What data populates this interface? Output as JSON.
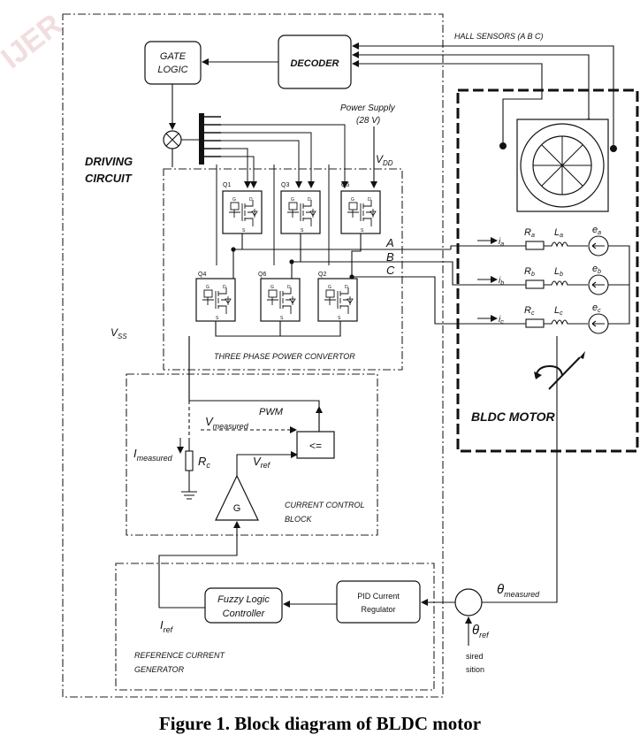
{
  "watermark": "IJER",
  "blocks": {
    "gate_logic": [
      "GATE",
      "LOGIC"
    ],
    "decoder": "DECODER",
    "driving_circuit": [
      "DRIVING",
      "CIRCUIT"
    ],
    "power_supply": [
      "Power Supply",
      "(28 V)"
    ],
    "vss": "V",
    "vss_sub": "SS",
    "vdd": "V",
    "vdd_sub": "DD",
    "hall_sensors": "HALL SENSORS (A B C)",
    "converter_caption": "THREE PHASE POWER CONVERTOR",
    "phases": [
      "A",
      "B",
      "C"
    ],
    "switches_top": [
      "Q1",
      "Q3",
      "Q5"
    ],
    "switches_bottom": [
      "Q4",
      "Q6",
      "Q2"
    ],
    "bldc_motor": "BLDC MOTOR",
    "pwm": "PWM",
    "comparator": "<=",
    "v_measured": "V",
    "v_measured_sub": "measured",
    "i_measured": "I",
    "i_measured_sub": "measured",
    "v_ref": "V",
    "v_ref_sub": "ref",
    "rc": "R",
    "rc_sub": "c",
    "gain": "G",
    "current_control": [
      "CURRENT CONTROL",
      "BLOCK"
    ],
    "fuzzy": [
      "Fuzzy Logic",
      "Controller"
    ],
    "pid": [
      "PID Current",
      "Regulator"
    ],
    "i_ref": "I",
    "i_ref_sub": "ref",
    "theta_measured": "θ",
    "theta_measured_sub": "measured",
    "theta_ref": "θ",
    "theta_ref_sub": "ref",
    "desired_position": [
      "sired",
      "sition"
    ],
    "reference_generator": [
      "REFERENCE CURRENT",
      "GENERATOR"
    ],
    "motor_phases": [
      {
        "i": "i",
        "i_sub": "a",
        "r": "R",
        "r_sub": "a",
        "l": "L",
        "l_sub": "a",
        "e": "e",
        "e_sub": "a"
      },
      {
        "i": "i",
        "i_sub": "b",
        "r": "R",
        "r_sub": "b",
        "l": "L",
        "l_sub": "b",
        "e": "e",
        "e_sub": "b"
      },
      {
        "i": "i",
        "i_sub": "c",
        "r": "R",
        "r_sub": "c",
        "l": "L",
        "l_sub": "c",
        "e": "e",
        "e_sub": "c"
      }
    ]
  },
  "caption": "Figure 1. Block diagram of BLDC motor"
}
